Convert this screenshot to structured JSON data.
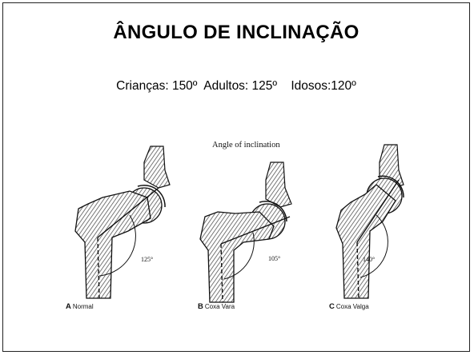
{
  "slide": {
    "title": "ÂNGULO DE INCLINAÇÃO",
    "subtitle": {
      "children": "Crianças: 150º",
      "adults": "Adultos: 125º",
      "elderly": "Idosos:120º"
    }
  },
  "figure": {
    "caption": "Angle of inclination",
    "panels": [
      {
        "letter": "A",
        "label": "Normal",
        "angle": "125°"
      },
      {
        "letter": "B",
        "label": "Coxa Vara",
        "angle": "105°"
      },
      {
        "letter": "C",
        "label": "Coxa Valga",
        "angle": "140°"
      }
    ]
  }
}
